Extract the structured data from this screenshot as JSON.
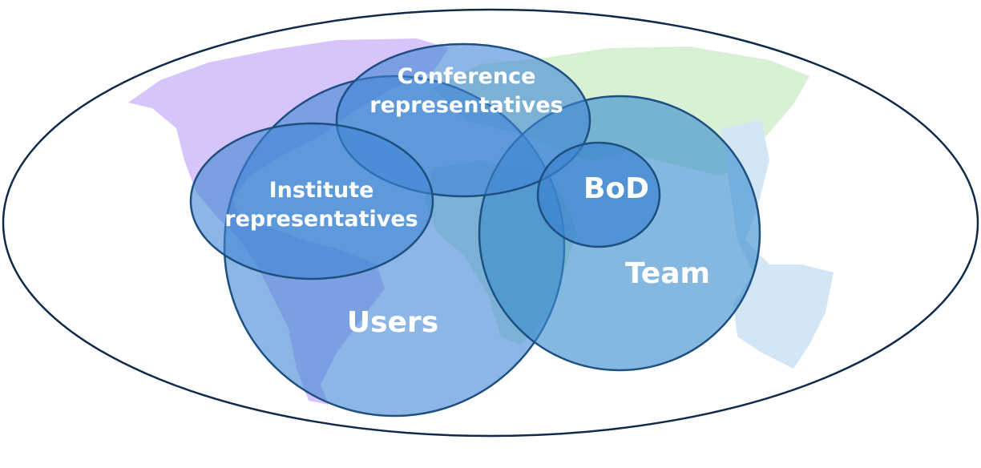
{
  "diagram": {
    "groups": [
      {
        "id": "users",
        "label": "Users"
      },
      {
        "id": "team",
        "label": "Team"
      },
      {
        "id": "institute",
        "label_line1": "Institute",
        "label_line2": "representatives"
      },
      {
        "id": "conference",
        "label_line1": "Conference",
        "label_line2": "representatives"
      },
      {
        "id": "bod",
        "label": "BoD"
      }
    ]
  },
  "colors": {
    "americas": "#d7c4fb",
    "eurasia_africa": "#d8f1d4",
    "oceania": "#d3e6f6",
    "circle_fill": "#3f86d3",
    "circle_stroke": "#1d4f80",
    "frame": "#0f2a4a"
  }
}
